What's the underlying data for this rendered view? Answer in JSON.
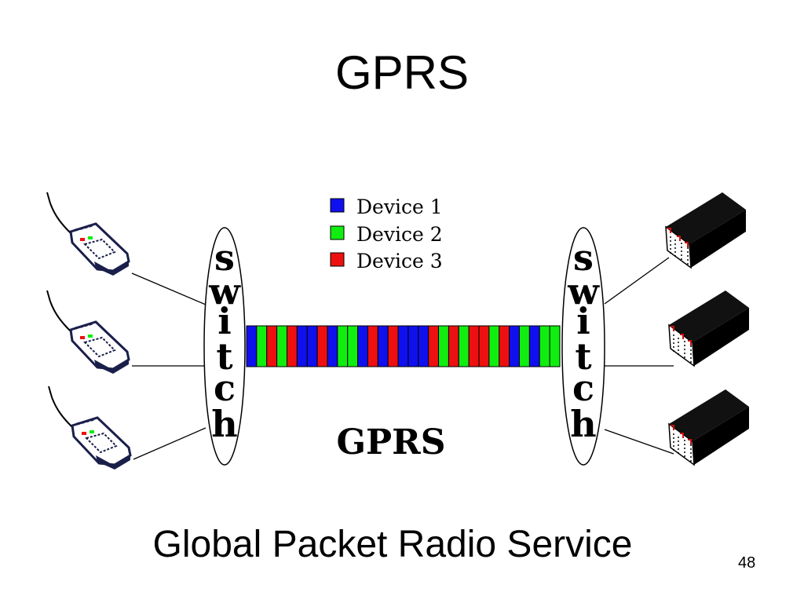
{
  "slide": {
    "title": "GPRS",
    "subtitle": "Global Packet Radio Service",
    "page_number": "48"
  },
  "diagram": {
    "legend": [
      {
        "label": "Device 1",
        "color": "#1010ee"
      },
      {
        "label": "Device 2",
        "color": "#10ee10"
      },
      {
        "label": "Device 3",
        "color": "#ee1010"
      }
    ],
    "switch_letters": [
      "s",
      "w",
      "i",
      "t",
      "c",
      "h"
    ],
    "pipe_label": "GPRS",
    "packet_sequence": [
      1,
      2,
      3,
      2,
      3,
      1,
      1,
      3,
      1,
      2,
      2,
      1,
      3,
      1,
      3,
      1,
      1,
      1,
      3,
      2,
      3,
      2,
      3,
      3,
      2,
      3,
      1,
      2,
      1,
      2,
      2
    ],
    "phone_icon": "mobile-phone-icon",
    "server_icon": "server-device-icon"
  }
}
